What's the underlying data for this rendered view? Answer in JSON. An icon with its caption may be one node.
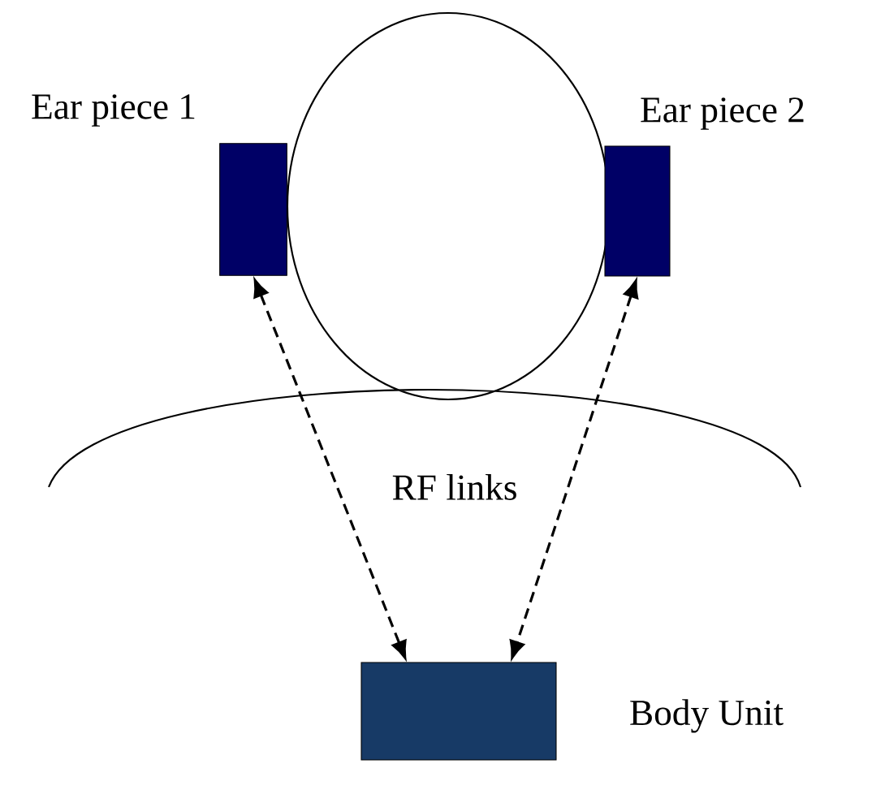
{
  "diagram": {
    "nodes": [
      {
        "text": [
          "Ear piece 1"
        ]
      },
      {
        "text": [
          "Ear piece 2"
        ]
      },
      {
        "text": [],
        "shape": "box",
        "beside": [
          "Body Unit"
        ]
      }
    ],
    "edges": [
      {
        "from": 0,
        "to": 2,
        "arrow": "both",
        "style": "dashed"
      },
      {
        "from": 1,
        "to": 2,
        "arrow": "both",
        "style": "dashed"
      }
    ],
    "labels": [
      "RF links"
    ]
  }
}
